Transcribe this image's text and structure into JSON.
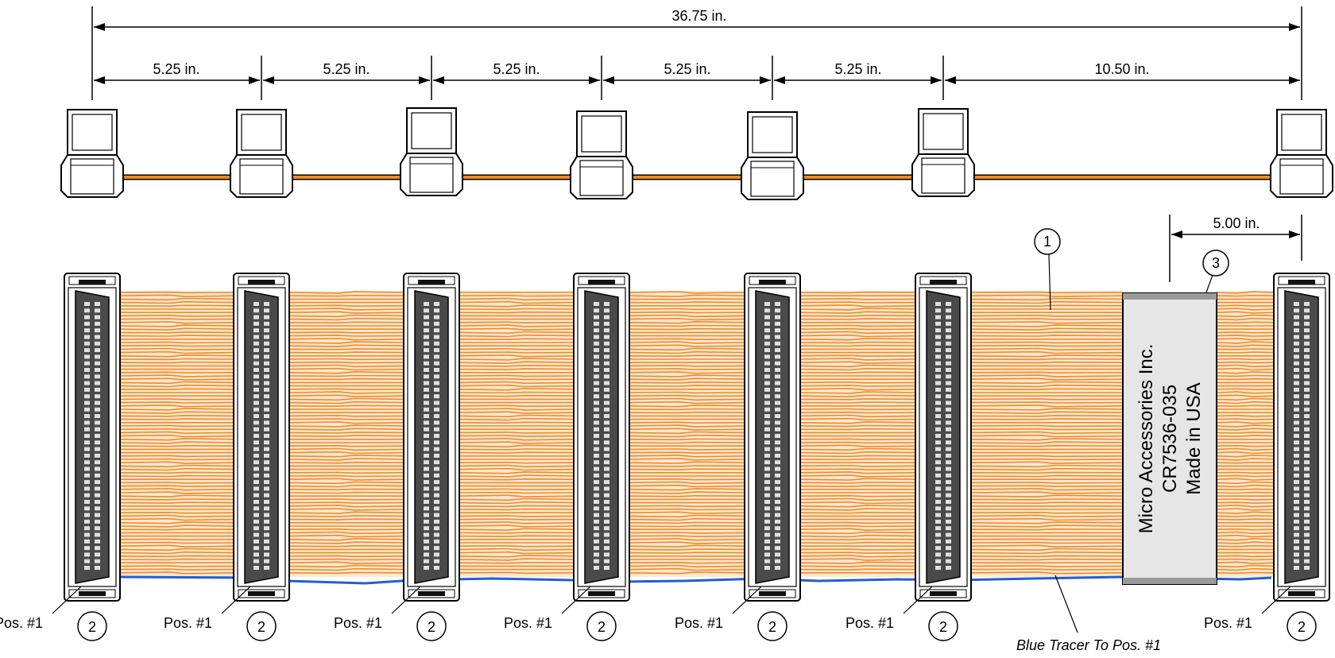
{
  "dimensions": {
    "overall": "36.75 in.",
    "spacings": [
      "5.25 in.",
      "5.25 in.",
      "5.25 in.",
      "5.25 in.",
      "5.25 in.",
      "10.50 in."
    ],
    "end_length": "5.00 in."
  },
  "callouts": {
    "cable": "1",
    "connector": "2",
    "label": "3"
  },
  "position_label": "Pos. #1",
  "tracer_note": "Blue Tracer To Pos. #1",
  "cable_label": {
    "line1": "Micro Accessories Inc.",
    "line2": "CR7536-035",
    "line3": "Made in USA"
  },
  "colors": {
    "cable_orange": "#f08a24",
    "tracer_blue": "#1f5fd6",
    "connector_body": "#4a4a4a",
    "label_fill": "#e6e6e6"
  }
}
